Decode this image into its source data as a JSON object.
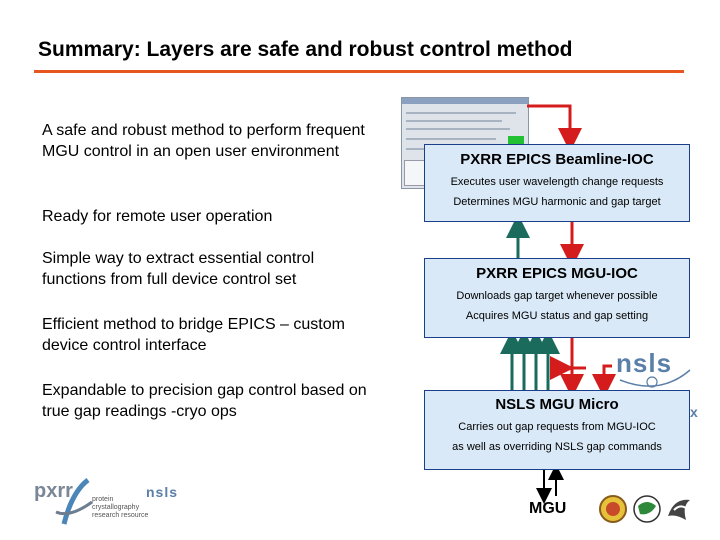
{
  "slide": {
    "title": "Summary:  Layers are safe and robust control method",
    "bullets": [
      "A safe and robust method to perform frequent MGU control in an open user environment",
      "Ready for remote user operation",
      "Simple way to extract essential control functions from full device control set",
      "Efficient method to bridge EPICS – custom device control interface",
      "Expandable to precision gap control based on true gap readings -cryo ops"
    ]
  },
  "diagram": {
    "beamline_ioc": {
      "title": "PXRR EPICS Beamline-IOC",
      "lines": [
        "Executes user wavelength change requests",
        "Determines MGU harmonic and gap target"
      ]
    },
    "mgu_ioc": {
      "title": "PXRR EPICS MGU-IOC",
      "lines": [
        "Downloads gap target whenever possible",
        "Acquires MGU status and gap setting"
      ]
    },
    "micro": {
      "title": "NSLS MGU Micro",
      "lines": [
        "Carries out gap requests from MGU-IOC",
        "as well as overriding NSLS gap commands"
      ]
    },
    "mgu_label": "MGU"
  },
  "logos": {
    "nsls_right": "nsls",
    "nsls_right_x": "x",
    "pxrr": "pxrr",
    "pxrr_sub": [
      "protein",
      "crystallography",
      "research resource"
    ],
    "nsls_bottom": "nsls"
  },
  "colors": {
    "accent_rule": "#e8561f",
    "box_fill": "#d9e9f7",
    "box_border": "#1b3f8b",
    "arrow_red": "#d41c1c",
    "arrow_teal": "#1a6b5c",
    "arrow_black": "#000000",
    "logo_blue": "#5a7fa8"
  }
}
